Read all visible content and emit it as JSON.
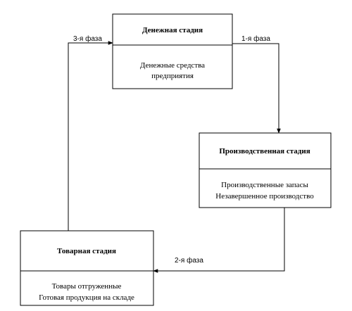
{
  "stages": {
    "money": {
      "title": "Денежная стадия",
      "lines": [
        "Денежные средства",
        "предприятия"
      ]
    },
    "production": {
      "title": "Производственная стадия",
      "lines": [
        "Производственные запасы",
        "Незавершенное производство"
      ]
    },
    "goods": {
      "title": "Товарная стадия",
      "lines": [
        "Товары отгруженные",
        "Готовая продукция на складе"
      ]
    }
  },
  "phases": {
    "first": "1-я фаза",
    "second": "2-я фаза",
    "third": "3-я фаза"
  },
  "colors": {
    "line": "#000000",
    "background": "#ffffff"
  }
}
